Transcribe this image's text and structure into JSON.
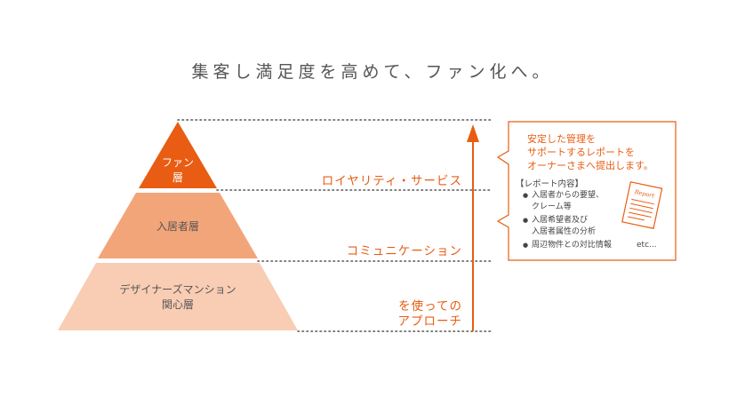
{
  "headline": "集客し満足度を高めて、ファン化へ。",
  "pyramid": {
    "tiers": [
      {
        "lines": [
          "ファン",
          "層"
        ],
        "color": "#e85d13",
        "text_color": "#ffffff"
      },
      {
        "lines": [
          "入居者層"
        ],
        "color": "#f3a57a",
        "text_color": "#555555"
      },
      {
        "lines": [
          "デザイナーズマンション",
          "関心層"
        ],
        "color": "#f8cdb3",
        "text_color": "#555555"
      }
    ]
  },
  "approaches": [
    {
      "lines": [
        "ロイヤリティ・サービス"
      ]
    },
    {
      "lines": [
        "コミュニケーション"
      ]
    },
    {
      "lines": [
        "を使っての",
        "アプローチ"
      ]
    }
  ],
  "accent_color": "#e85d13",
  "callout": {
    "lines": [
      "安定した管理を",
      "サポートするレポートを",
      "オーナーさまへ提出します。"
    ],
    "report_heading": "【レポート内容】",
    "items": [
      {
        "lines": [
          "入居者からの要望、",
          "クレーム等"
        ]
      },
      {
        "lines": [
          "入居希望者及び",
          "入居者属性の分析"
        ]
      },
      {
        "lines": [
          "周辺物件との対比情報"
        ]
      }
    ],
    "etc": "etc...",
    "report_icon_text": "Report"
  }
}
